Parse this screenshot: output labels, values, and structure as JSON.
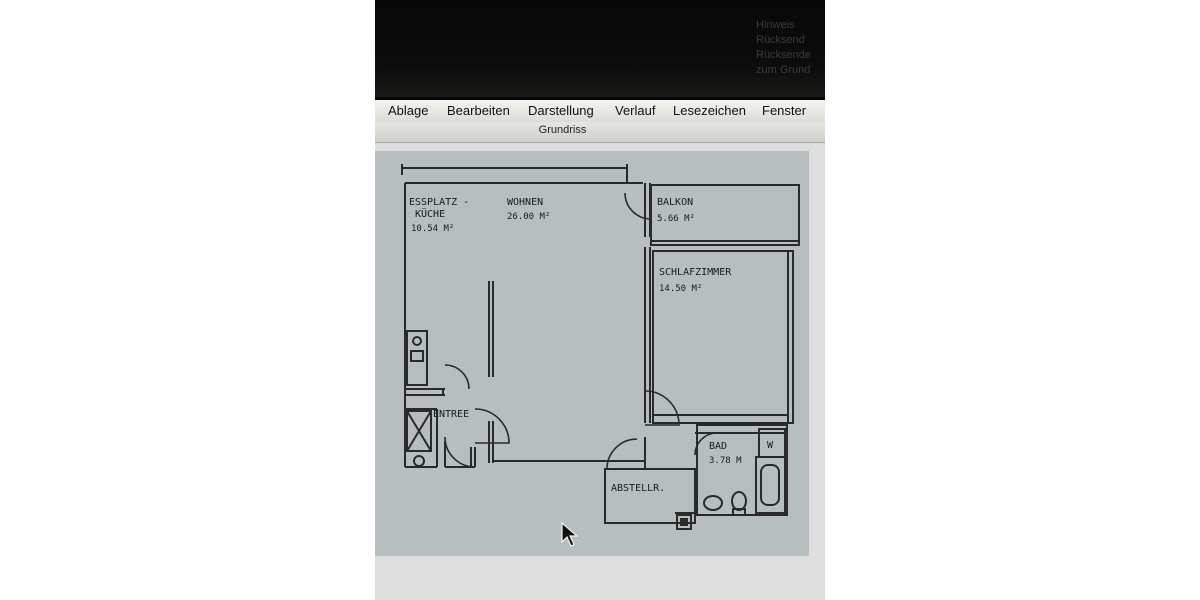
{
  "hint_lines": [
    "Hinweis",
    "Rücksend",
    "Rücksende",
    "zum Grund"
  ],
  "menu": {
    "items": [
      "Ablage",
      "Bearbeiten",
      "Darstellung",
      "Verlauf",
      "Lesezeichen",
      "Fenster"
    ]
  },
  "window": {
    "title": "Grundriss"
  },
  "floorplan": {
    "rooms": {
      "essplatz_line1": "ESSPLATZ -",
      "essplatz_line2": "KÜCHE",
      "essplatz_area": "10.54 M²",
      "wohnen_name": "WOHNEN",
      "wohnen_area": "26.00 M²",
      "balkon_name": "BALKON",
      "balkon_area": "5.66 M²",
      "schlafzimmer_name": "SCHLAFZIMMER",
      "schlafzimmer_area": "14.50 M²",
      "entree_name": "ENTREE",
      "bad_name": "BAD",
      "bad_area": "3.78 M",
      "w_label": "W",
      "abstell_name": "ABSTELLR."
    }
  },
  "colors": {
    "screen_bg": "#050506",
    "menubar_bg": "#e8e8e3",
    "plan_bg": "#b6bebf",
    "plan_lines": "#2a2a2a"
  },
  "icons": {
    "cursor": "arrow-cursor-icon"
  }
}
